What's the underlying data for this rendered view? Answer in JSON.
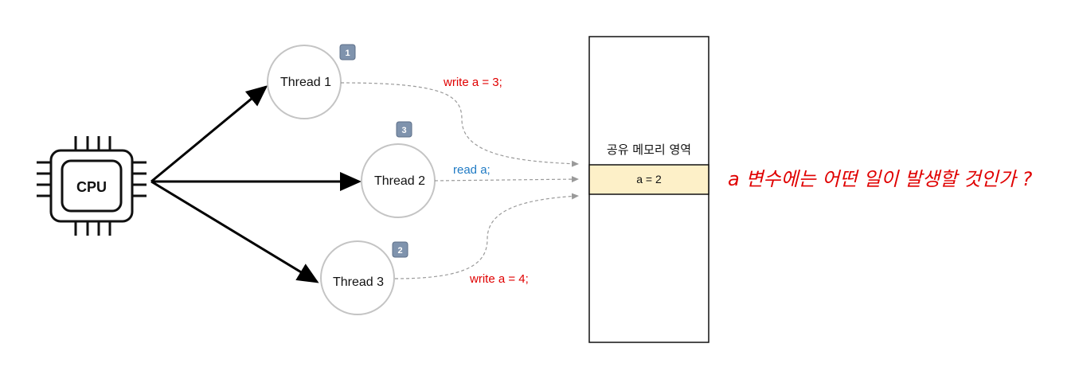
{
  "cpu": {
    "label": "CPU",
    "icon": "cpu-chip-icon"
  },
  "threads": [
    {
      "label": "Thread 1",
      "badge": "1",
      "operation": "write a = 3;",
      "op_color": "#e00000"
    },
    {
      "label": "Thread 2",
      "badge": "3",
      "operation": "read a;",
      "op_color": "#1f7ac4"
    },
    {
      "label": "Thread 3",
      "badge": "2",
      "operation": "write a = 4;",
      "op_color": "#e00000"
    }
  ],
  "memory": {
    "title": "공유 메모리 영역",
    "cell_value": "a = 2",
    "cell_color": "#fdf0c8"
  },
  "question": "a 변수에는 어떤 일이 발생할 것인가 ?",
  "colors": {
    "badge": "#7f93ad",
    "arrow": "#000000",
    "dashed": "#9a9a9a",
    "circle_stroke": "#c4c4c4"
  }
}
